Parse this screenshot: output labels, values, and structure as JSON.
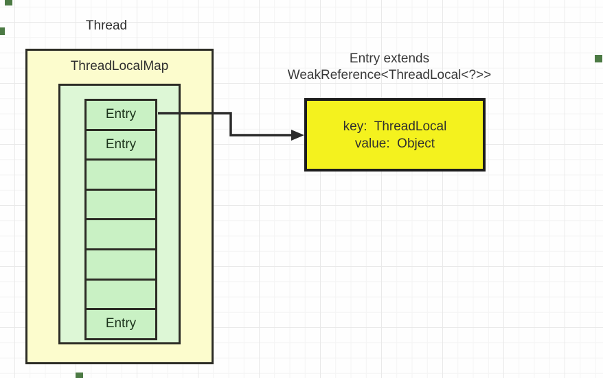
{
  "labels": {
    "thread": "Thread",
    "thread_local_map": "ThreadLocalMap",
    "extends_note_line1": "Entry extends",
    "extends_note_line2": "WeakReference<ThreadLocal<?>>"
  },
  "map_entries": [
    {
      "label": "Entry"
    },
    {
      "label": "Entry"
    },
    {
      "label": ""
    },
    {
      "label": ""
    },
    {
      "label": ""
    },
    {
      "label": ""
    },
    {
      "label": ""
    },
    {
      "label": "Entry"
    }
  ],
  "entry_detail": {
    "key_line": "key:  ThreadLocal",
    "value_line": "value:  Object"
  },
  "colors": {
    "outer_box_fill": "#fcfccd",
    "inner_box_fill": "#ddf7d6",
    "cell_fill": "#c9f1c4",
    "detail_box_fill": "#f4f21e",
    "border": "#2b2b24",
    "arrow": "#2a2a2a",
    "handle_green": "#4c7a44"
  }
}
